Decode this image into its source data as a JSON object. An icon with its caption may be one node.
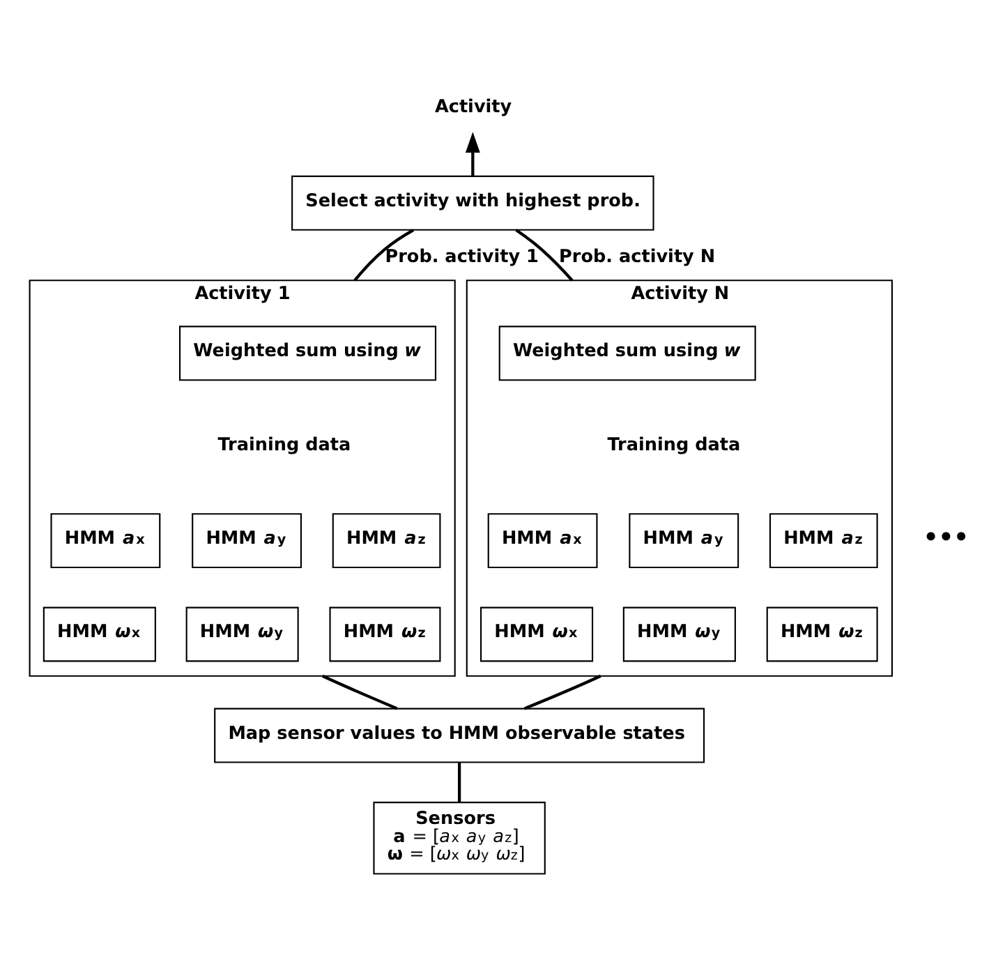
{
  "diagram": {
    "nodes": [
      {
        "text": [
          "Activity"
        ]
      },
      {
        "text": [
          "Select activity with highest prob."
        ]
      },
      {
        "text": [
          "Activity 1"
        ]
      },
      {
        "text": [
          "Weighted sum using *w*"
        ],
        "in": 2
      },
      {
        "text": [
          "Training data"
        ],
        "in": 2
      },
      {
        "text": [
          "HMM *a*$_{x}$"
        ],
        "in": 2
      },
      {
        "text": [
          "HMM *a*$_{y}$"
        ],
        "in": 2
      },
      {
        "text": [
          "HMM *a*$_{z}$"
        ],
        "in": 2
      },
      {
        "text": [
          "HMM *ω*$_{x}$"
        ],
        "in": 2
      },
      {
        "text": [
          "HMM *ω*$_{y}$"
        ],
        "in": 2
      },
      {
        "text": [
          "HMM *ω*$_{z}$"
        ],
        "in": 2
      },
      {
        "text": [
          "Activity N"
        ]
      },
      {
        "text": [
          "Weighted sum using *w*"
        ],
        "in": 11
      },
      {
        "text": [
          "Training data"
        ],
        "in": 11
      },
      {
        "text": [
          "HMM *a*$_{x}$"
        ],
        "in": 11
      },
      {
        "text": [
          "HMM *a*$_{y}$"
        ],
        "in": 11
      },
      {
        "text": [
          "HMM *a*$_{z}$"
        ],
        "in": 11
      },
      {
        "text": [
          "HMM *ω*$_{x}$"
        ],
        "in": 11
      },
      {
        "text": [
          "HMM *ω*$_{y}$"
        ],
        "in": 11
      },
      {
        "text": [
          "HMM *ω*$_{z}$"
        ],
        "in": 11
      },
      {
        "text": [
          "Map sensor values to HMM observable states"
        ]
      },
      {
        "text": [
          "Sensors",
          "**a** = [*a*$_{x}$ *a*$_{y}$ *a*$_{z}$]",
          "**ω** = [*ω*$_{x}$ *ω*$_{y}$ *ω*$_{z}$]"
        ]
      }
    ],
    "edges": [
      {
        "from": 1,
        "to": 0,
        "arrow": "to"
      },
      {
        "from": 2,
        "to": 1,
        "arrow": "none",
        "label": "Prob. activity 1"
      },
      {
        "from": 11,
        "to": 1,
        "arrow": "none",
        "label": "Prob. activity N"
      },
      {
        "from": 20,
        "to": 2,
        "arrow": "none"
      },
      {
        "from": 20,
        "to": 11,
        "arrow": "none"
      },
      {
        "from": 21,
        "to": 20,
        "arrow": "none"
      }
    ],
    "labels": [
      "•••"
    ]
  }
}
